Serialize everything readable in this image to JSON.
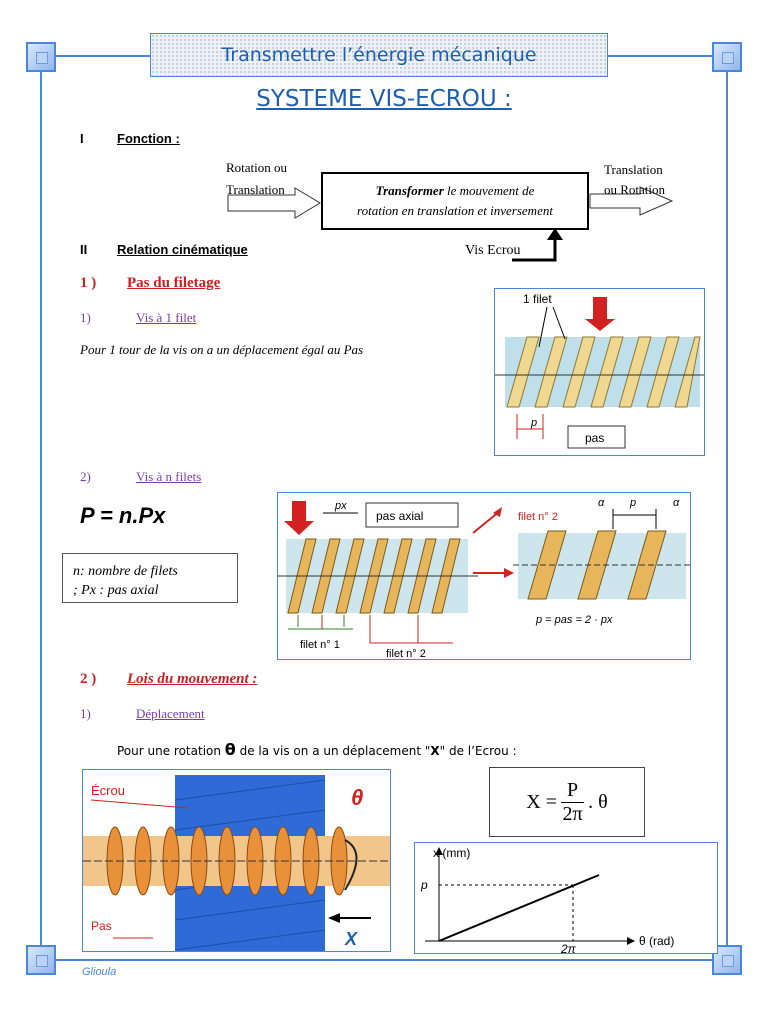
{
  "header": {
    "title": "Transmettre l’énergie mécanique"
  },
  "page_title": "SYSTEME VIS-ECROU :",
  "section1": {
    "num": "I",
    "label": "Fonction",
    "colon": " :"
  },
  "function_block": {
    "input_line1": "Rotation ou",
    "input_line2": "Translation",
    "box_bold": "Transformer",
    "box_rest_line1": " le mouvement de",
    "box_line2": "rotation en translation et inversement",
    "output_line1": "Translation",
    "output_line2": "ou Rotation",
    "support_label": "Vis Ecrou"
  },
  "section2": {
    "num": "II",
    "label": "Relation cinématique"
  },
  "sub1": {
    "num": "1 )",
    "label": "Pas du filetage"
  },
  "sub1a": {
    "num": "1)",
    "label": "Vis à 1 filet"
  },
  "sub1a_text": "Pour 1 tour de la vis on a un déplacement égal au Pas",
  "fig1": {
    "label_filet": "1 filet",
    "label_p": "p",
    "label_pas": "pas"
  },
  "sub1b": {
    "num": "2)",
    "label": "Vis à n filets"
  },
  "formula_p": "P = n.Px",
  "legend_box": {
    "line1": "n: nombre de filets",
    "line2": "; Px : pas axial"
  },
  "fig2": {
    "label_px": "px",
    "label_pas_axial": "pas axial",
    "label_filet1": "filet n° 1",
    "label_filet2_bottom": "filet n° 2",
    "label_filet2_top": "filet n° 2",
    "label_alpha": "α",
    "label_p": "p",
    "formula": "p = pas = 2 · px"
  },
  "sub2": {
    "num": "2 )",
    "label": "Lois du mouvement",
    "colon": " :"
  },
  "sub2a": {
    "num": "1)",
    "label": "Déplacement"
  },
  "sentence": {
    "part1": "Pour une rotation ",
    "theta": "θ",
    "part2": " de la vis on a un déplacement \"",
    "x": "X",
    "part3": "\" de l’Ecrou :"
  },
  "fig3": {
    "label_ecrou": "Écrou",
    "label_pas": "Pas",
    "label_theta": "θ",
    "label_x": "X"
  },
  "formula_x": {
    "lhs": "X =",
    "num": "P",
    "den": "2π",
    "tail": ". θ"
  },
  "graph": {
    "ylabel": "x (mm)",
    "xlabel": "θ (rad)",
    "y_tick": "p",
    "x_tick": "2π"
  },
  "chart_data": {
    "type": "line",
    "series": [
      {
        "x": [
          0,
          "2π"
        ],
        "y": [
          0,
          "p"
        ]
      }
    ],
    "xlabel": "θ (rad)",
    "ylabel": "x (mm)"
  },
  "footer": {
    "author": "Glioula"
  },
  "colors": {
    "frame": "#4a86d9",
    "title_blue": "#1c5fb0",
    "red": "#cc1f1f",
    "purple": "#7a3da8",
    "thread": "#e8b65a"
  }
}
